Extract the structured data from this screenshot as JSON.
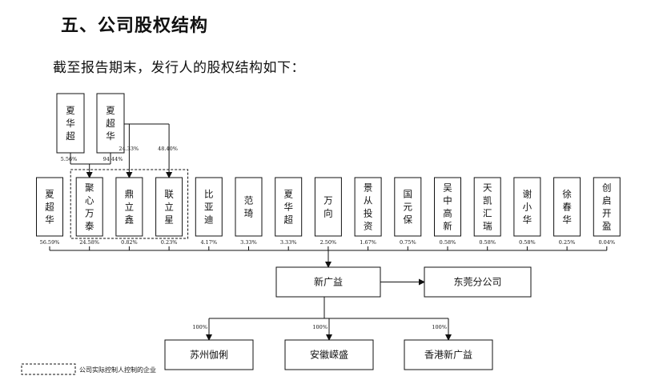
{
  "heading": "五、公司股权结构",
  "intro": "截至报告期末，发行人的股权结构如下：",
  "top_holders": [
    {
      "name": "夏华超",
      "pct_to_juxin": "5.56%"
    },
    {
      "name": "夏超华",
      "pct_to_juxin": "94.44%",
      "pct_to_dingli": "24.33%",
      "pct_to_lianli": "48.40%"
    }
  ],
  "shareholders": [
    {
      "name": "夏超华",
      "pct": "56.59%"
    },
    {
      "name": "聚心万泰",
      "pct": "24.58%"
    },
    {
      "name": "鼎立鑫",
      "pct": "0.82%"
    },
    {
      "name": "联立星",
      "pct": "0.23%"
    },
    {
      "name": "比亚迪",
      "pct": "4.17%"
    },
    {
      "name": "范琦",
      "pct": "3.33%"
    },
    {
      "name": "夏华超",
      "pct": "3.33%"
    },
    {
      "name": "万向",
      "pct": "2.50%"
    },
    {
      "name": "景从投资",
      "pct": "1.67%"
    },
    {
      "name": "国元保",
      "pct": "0.75%"
    },
    {
      "name": "吴中高新",
      "pct": "0.58%"
    },
    {
      "name": "天凯汇瑞",
      "pct": "0.58%"
    },
    {
      "name": "谢小华",
      "pct": "0.58%"
    },
    {
      "name": "徐春华",
      "pct": "0.25%"
    },
    {
      "name": "创启开盈",
      "pct": "0.04%"
    }
  ],
  "company": "新广益",
  "branch": "东莞分公司",
  "subsidiaries": [
    {
      "name": "苏州伽俐",
      "pct": "100%"
    },
    {
      "name": "安徽嵘盛",
      "pct": "100%"
    },
    {
      "name": "香港新广益",
      "pct": "100%"
    }
  ],
  "legend": "公司实际控制人控制的企业"
}
